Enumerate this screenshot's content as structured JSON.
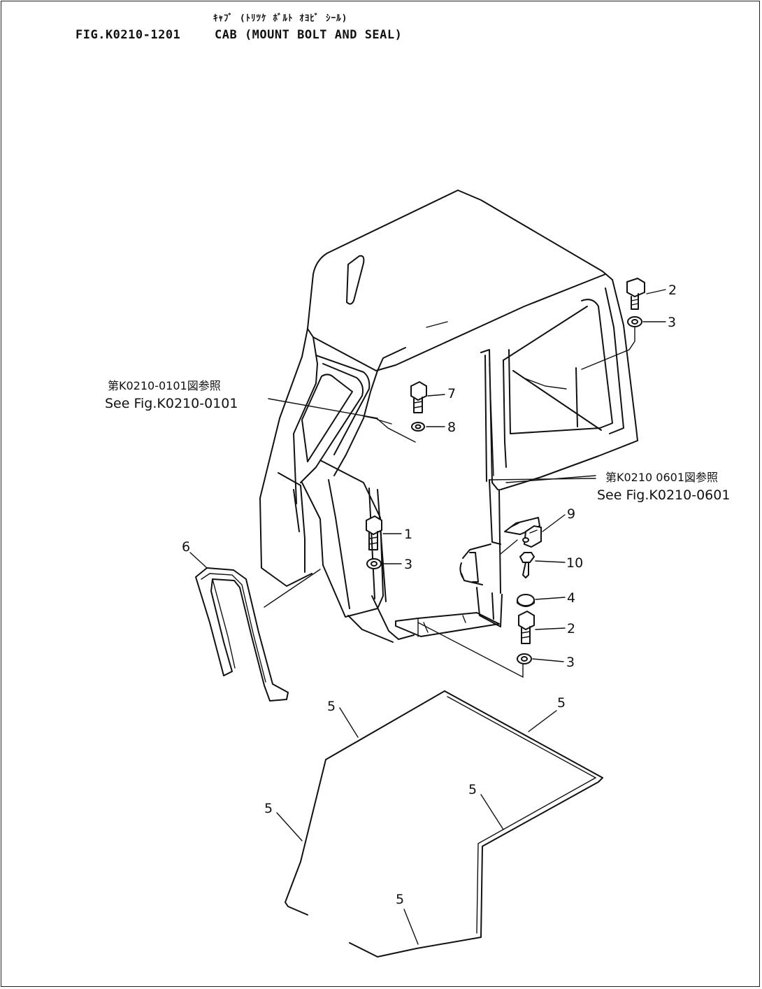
{
  "header": {
    "kana_title": "ｷｬﾌﾞ (ﾄﾘﾂｹ ﾎﾞﾙﾄ ｵﾖﾋﾞ ｼｰﾙ)",
    "figure_number": "FIG.K0210-1201",
    "title": "CAB (MOUNT BOLT AND SEAL)"
  },
  "references": [
    {
      "jp": "第K0210-0101図参照",
      "en": "See Fig.K0210-0101"
    },
    {
      "jp": "第K0210 0601図参照",
      "en": "See Fig.K0210-0601"
    }
  ],
  "callouts": {
    "c1": "1",
    "c2a": "2",
    "c2b": "2",
    "c3a": "3",
    "c3b": "3",
    "c3c": "3",
    "c4": "4",
    "c5a": "5",
    "c5b": "5",
    "c5c": "5",
    "c5d": "5",
    "c5e": "5",
    "c6": "6",
    "c7": "7",
    "c8": "8",
    "c9": "9",
    "c10": "10"
  }
}
